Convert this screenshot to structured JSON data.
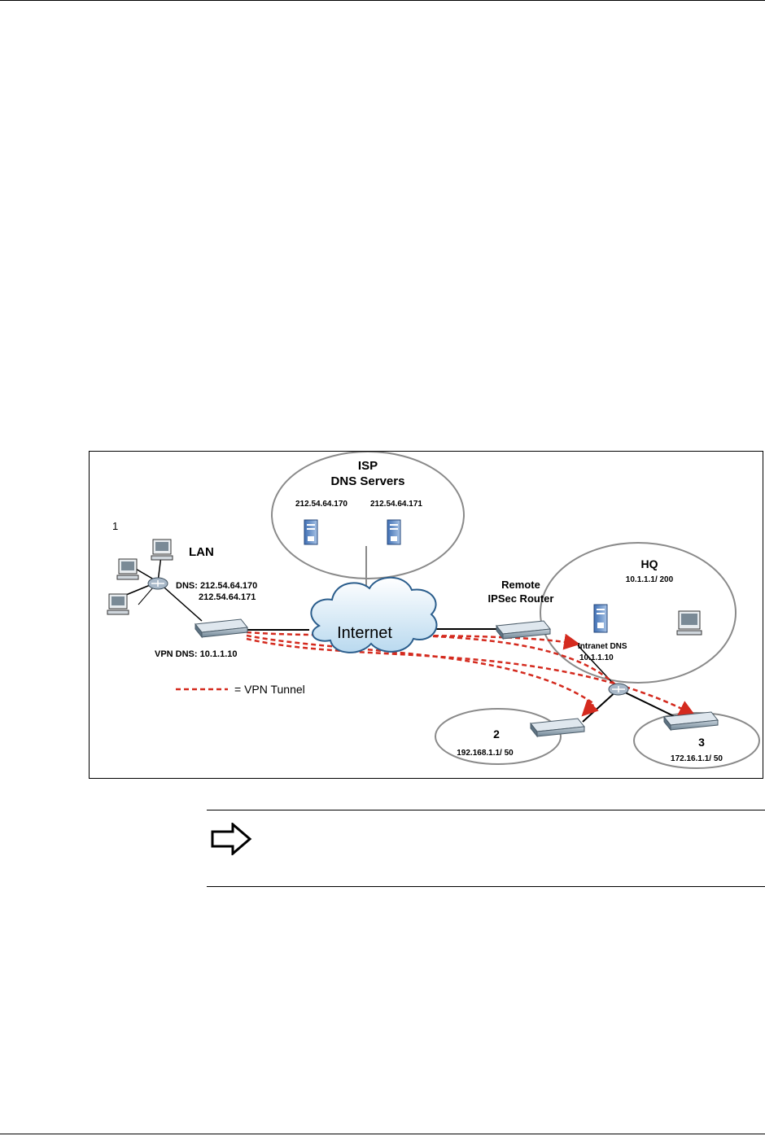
{
  "diagram": {
    "marker": "1",
    "isp_title_line1": "ISP",
    "isp_title_line2": "DNS Servers",
    "isp_server1_ip": "212.54.64.170",
    "isp_server2_ip": "212.54.64.171",
    "lan_title": "LAN",
    "lan_dns_line1": "DNS: 212.54.64.170",
    "lan_dns_line2": "212.54.64.171",
    "vpn_dns": "VPN DNS: 10.1.1.10",
    "internet_label": "Internet",
    "remote_router_line1": "Remote",
    "remote_router_line2": "IPSec Router",
    "hq_title": "HQ",
    "hq_subnet": "10.1.1.1/ 200",
    "intranet_dns_label": "Intranet DNS",
    "intranet_dns_ip": "10.1.1.10",
    "legend_text": "= VPN Tunnel",
    "site2_number": "2",
    "site2_subnet": "192.168.1.1/ 50",
    "site3_number": "3",
    "site3_subnet": "172.16.1.1/ 50",
    "tunnel_color": "#d42a1e"
  },
  "note": {
    "icon": "right-arrow-outline-icon"
  }
}
